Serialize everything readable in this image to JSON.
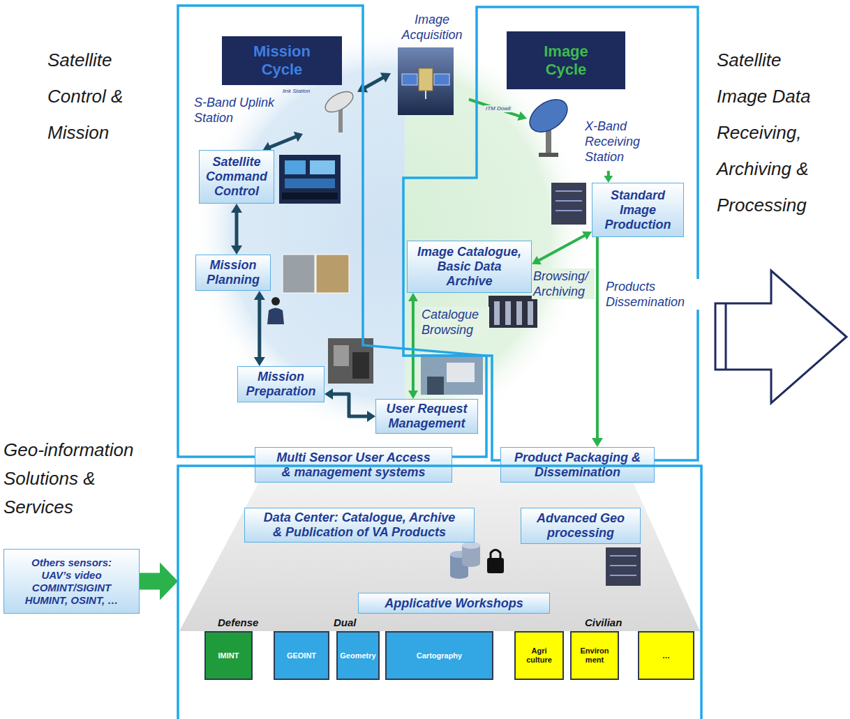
{
  "diagram": {
    "nodes": [
      {
        "text": [
          "Satellite Control & Mission"
        ]
      },
      {
        "text": [
          "Mission Cycle"
        ],
        "in": 0
      },
      {
        "text": [
          "S-Band Uplink Station"
        ],
        "in": 0
      },
      {
        "text": [
          "Satellite Command Control"
        ],
        "in": 0
      },
      {
        "text": [
          "Mission Planning"
        ],
        "in": 0
      },
      {
        "text": [
          "Mission Preparation"
        ],
        "in": 0
      },
      {
        "text": [
          "User Request Management"
        ],
        "in": 0
      },
      {
        "text": [
          "Image Acquisition"
        ]
      },
      {
        "text": [
          "Satellite Image Data Receiving, Archiving & Processing"
        ]
      },
      {
        "text": [
          "Image Cycle"
        ],
        "in": 8
      },
      {
        "text": [
          "X-Band Receiving Station"
        ],
        "in": 8
      },
      {
        "text": [
          "Standard Image Production"
        ],
        "in": 8
      },
      {
        "text": [
          "Image Catalogue, Basic Data Archive"
        ],
        "in": 8
      },
      {
        "text": [
          "Multi Sensor User Access & management systems"
        ]
      },
      {
        "text": [
          "Product Packaging & Dissemination"
        ]
      },
      {
        "text": [
          "Others sensors: UAV’s video COMINT/SIGINT HUMINT, OSINT, …"
        ]
      },
      {
        "text": [
          "Geo-information Solutions & Services"
        ]
      },
      {
        "text": [
          "Data Center: Catalogue, Archive & Publication of VA Products"
        ],
        "in": 16
      },
      {
        "text": [
          "Advanced Geo processing"
        ],
        "in": 16
      },
      {
        "text": [
          "Applicative Workshops"
        ],
        "in": 16
      },
      {
        "text": [
          "IMINT"
        ],
        "in": 16
      },
      {
        "text": [
          "GEOINT"
        ],
        "in": 16
      },
      {
        "text": [
          "Geometry"
        ],
        "in": 16
      },
      {
        "text": [
          "Cartography"
        ],
        "in": 16
      },
      {
        "text": [
          "Agri culture"
        ],
        "in": 16
      },
      {
        "text": [
          "Environ ment"
        ],
        "in": 16
      },
      {
        "text": [
          "…"
        ],
        "in": 16
      }
    ],
    "edges": [
      {
        "from": 2,
        "to": 7,
        "arrow": "both"
      },
      {
        "from": 7,
        "to": 10,
        "label": "ITM Dowli",
        "arrow": "to"
      },
      {
        "from": 2,
        "to": 3,
        "arrow": "both"
      },
      {
        "from": 3,
        "to": 4,
        "arrow": "both"
      },
      {
        "from": 4,
        "to": 5,
        "arrow": "both"
      },
      {
        "from": 5,
        "to": 6,
        "arrow": "both"
      },
      {
        "from": 10,
        "to": 11,
        "arrow": "to"
      },
      {
        "from": 11,
        "to": 12,
        "label": "Browsing/ Archiving",
        "arrow": "both"
      },
      {
        "from": 12,
        "to": 6,
        "label": "Catalogue Browsing",
        "arrow": "both"
      },
      {
        "from": 11,
        "to": 14,
        "label": "Products Dissemination",
        "arrow": "to"
      },
      {
        "from": 15,
        "to": 16,
        "arrow": "to"
      }
    ],
    "labels": [
      "link Station",
      "Defense",
      "Dual",
      "Civilian"
    ]
  }
}
